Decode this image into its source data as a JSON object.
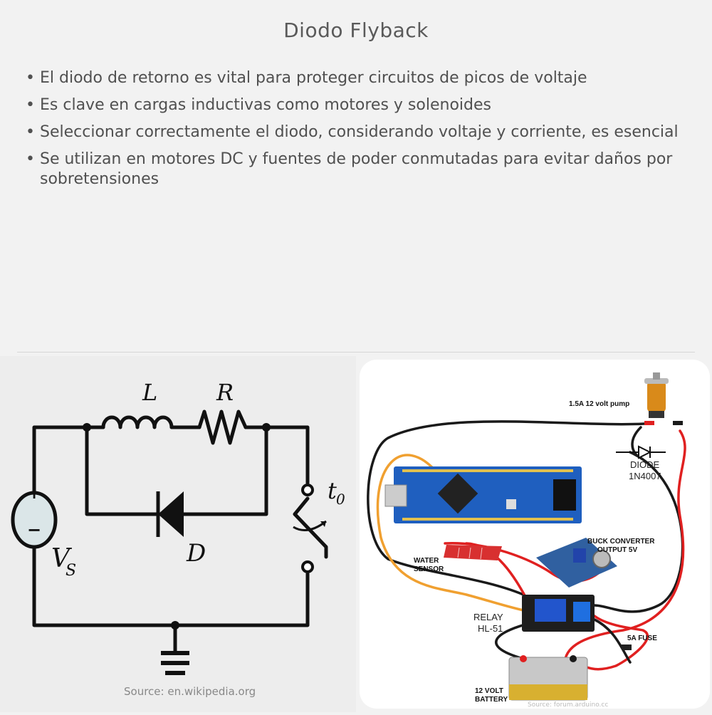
{
  "title": "Diodo Flyback",
  "bullets": [
    "El diodo de retorno es vital para proteger circuitos de picos de voltaje",
    "Es clave en cargas inductivas como motores y solenoides",
    "Seleccionar correctamente el diodo, considerando voltaje y corriente, es esencial",
    "Se utilizan en motores DC y fuentes de poder conmutadas para evitar daños por sobretensiones"
  ],
  "circuit": {
    "inductor_label": "L",
    "resistor_label": "R",
    "diode_label": "D",
    "switch_label": "t",
    "switch_subscript": "0",
    "source_label": "V",
    "source_subscript": "S",
    "plus": "+",
    "minus": "−",
    "source_credit": "Source: en.wikipedia.org"
  },
  "wiring": {
    "pump": "1.5A 12 volt pump",
    "diode_line1": "DIODE",
    "diode_line2": "1N4007",
    "buck_line1": "BUCK CONVERTER",
    "buck_line2": "OUTPUT 5V",
    "water_line1": "WATER",
    "water_line2": "SENSOR",
    "relay_line1": "RELAY",
    "relay_line2": "HL-51",
    "fuse": "5A FUSE",
    "battery_line1": "12 VOLT",
    "battery_line2": "BATTERY",
    "source_credit": "Source: forum.arduino.cc"
  },
  "colors": {
    "wire_red": "#e02020",
    "wire_black": "#1a1a1a",
    "wire_orange": "#f0a030",
    "board_blue": "#1f5fbf"
  }
}
